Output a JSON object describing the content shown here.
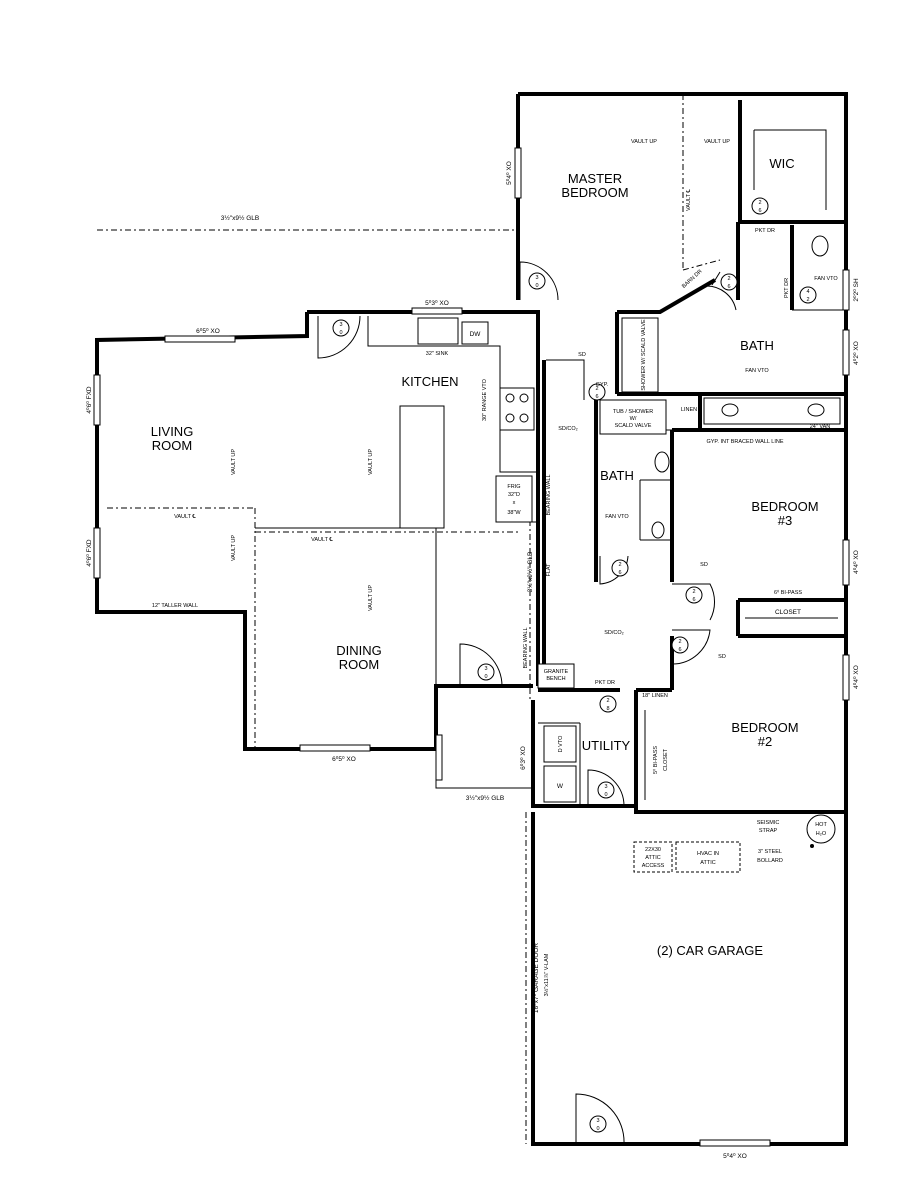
{
  "rooms": {
    "master_bedroom_line1": "MASTER",
    "master_bedroom_line2": "BEDROOM",
    "wic": "WIC",
    "bath_master": "BATH",
    "kitchen": "KITCHEN",
    "living_line1": "LIVING",
    "living_line2": "ROOM",
    "dining_line1": "DINING",
    "dining_line2": "ROOM",
    "bath_hall": "BATH",
    "bedroom3_line1": "BEDROOM",
    "bedroom3_line2": "#3",
    "bedroom2_line1": "BEDROOM",
    "bedroom2_line2": "#2",
    "utility": "UTILITY",
    "garage": "(2) CAR GARAGE",
    "closet": "CLOSET"
  },
  "notes": {
    "beam_top": "3½\"x9½ GLB",
    "beam_bottom": "3½\"x9½ GLB",
    "beam_vertical": "3½\"x9½\" GLB",
    "garage_beam": "3½\"x11⅞\" V-LAM",
    "garage_door": "16⁰x7⁰ GARAGE DOOR",
    "vault_up": "VAULT UP",
    "vault_cl": "VAULT ℄",
    "sink": "32\" SINK",
    "dw": "DW",
    "range": "30\" RANGE VTO",
    "frig_1": "FRIG",
    "frig_2": "32\"D",
    "frig_3": "x",
    "frig_4": "38\"W",
    "barn_dr": "BARN DR",
    "pkt_dr": "PKT DR",
    "fan_vto": "FAN VTO",
    "sd": "SD",
    "sd_co2": "SD/CO₂",
    "gyp": "GYP.",
    "gyp_braced": "GYP.  INT BRACED WALL LINE",
    "linen": "LINEN",
    "linen_18": "18\" LINEN",
    "tub_shower_1": "TUB / SHOWER",
    "tub_shower_2": "W/",
    "tub_shower_3": "SCALD VALVE",
    "shower_valve": "SHOWER W/ SCALD VALVE",
    "bearing_wall": "BEARING WALL",
    "flat": "FLAT",
    "taller_wall": "12\" TALLER WALL",
    "bipass_6": "6⁰ BI-PASS",
    "bipass_5": "5⁰ BI-PASS",
    "granite_bench_1": "GRANITE",
    "granite_bench_2": "BENCH",
    "dryer": "D VTO",
    "washer": "W",
    "attic_access_1": "22X30",
    "attic_access_2": "ATTIC",
    "attic_access_3": "ACCESS",
    "hvac_1": "HVAC IN",
    "hvac_2": "ATTIC",
    "seismic_1": "SEISMIC",
    "seismic_2": "STRAP",
    "hot_h2o_1": "HOT",
    "hot_h2o_2": "H₂O",
    "bollard_1": "3\" STEEL",
    "bollard_2": "BOLLARD",
    "vanity": "24\" VAN"
  },
  "windows": {
    "w_living_top": "6⁰5⁰ XO",
    "w_kitchen_top": "5⁰3⁰ XO",
    "w_living_left1": "4⁰6⁰ FXD",
    "w_living_left2": "4⁰6⁰ FXD",
    "w_dining_bottom": "6⁰5⁰ XO",
    "w_utility": "6⁰3⁰ XO",
    "w_master_left": "5⁰4⁰ XO",
    "w_master_right1": "2⁰2⁰ SH",
    "w_master_right2": "4⁰2⁰ XO",
    "w_bed3": "4⁰4⁰ XO",
    "w_bed2": "4⁰4⁰ XO",
    "w_garage_bottom": "5⁰4⁰ XO"
  },
  "doors": {
    "d30": "3\n0",
    "d26": "2\n6",
    "d24": "2\n4",
    "d28": "2\n8"
  }
}
